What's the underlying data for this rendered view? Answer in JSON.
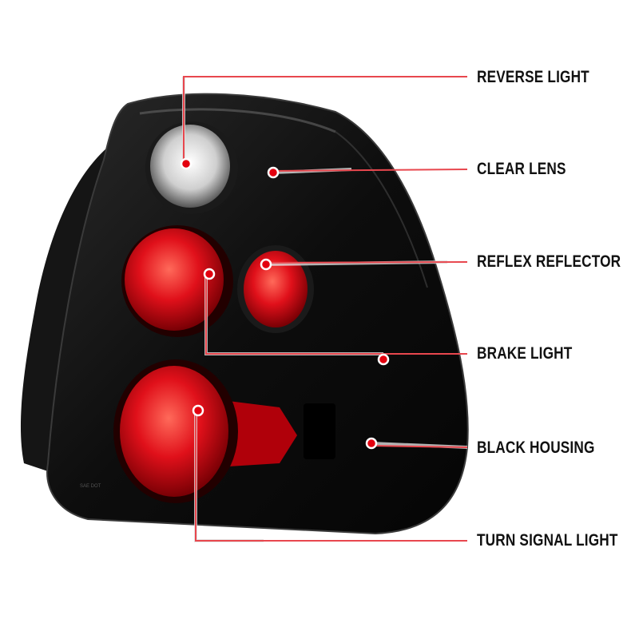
{
  "callouts": [
    {
      "label": "REVERSE LIGHT"
    },
    {
      "label": "CLEAR LENS"
    },
    {
      "label": "REFLEX REFLECTOR"
    },
    {
      "label": "BRAKE LIGHT"
    },
    {
      "label": "BLACK HOUSING"
    },
    {
      "label": "TURN SIGNAL LIGHT"
    }
  ],
  "colors": {
    "accent": "#e8474e",
    "dot": "#e3000f",
    "housing": "#0c0c0c",
    "lens_red": "#c8000a"
  }
}
